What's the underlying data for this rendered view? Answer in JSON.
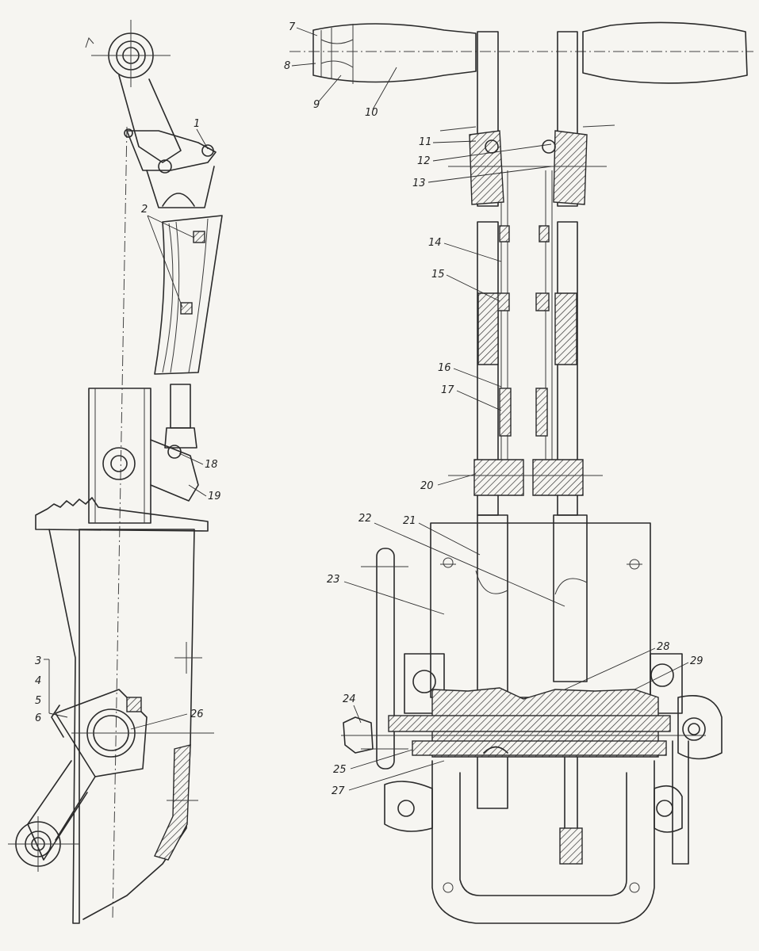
{
  "figure": {
    "description_labels": {
      "l1": "1",
      "l2": "2",
      "l3": "3",
      "l4": "4",
      "l5": "5",
      "l6": "6",
      "l7": "7",
      "l8": "8",
      "l9": "9",
      "l10": "10",
      "l11": "11",
      "l12": "12",
      "l13": "13",
      "l14": "14",
      "l15": "15",
      "l16": "16",
      "l17": "17",
      "l18": "18",
      "l19": "19",
      "l20": "20",
      "l21": "21",
      "l22": "22",
      "l23": "23",
      "l24": "24",
      "l25": "25",
      "l26": "26",
      "l27": "27",
      "l28": "28",
      "l29": "29"
    },
    "colors": {
      "ink": "#2a2a2a",
      "paper": "#f6f5f1"
    }
  }
}
